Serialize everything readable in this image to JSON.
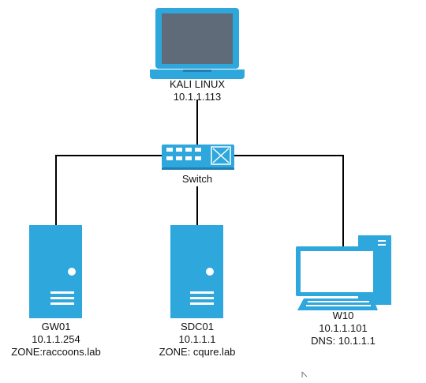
{
  "colors": {
    "device": "#2ea7dc",
    "device_dark": "#1f7fb0",
    "screen": "#5f6b78",
    "line": "#000000",
    "background": "#ffffff"
  },
  "nodes": {
    "kali": {
      "name": "KALI LINUX",
      "ip": "10.1.1.113",
      "icon": "laptop-icon"
    },
    "switch": {
      "name": "Switch",
      "icon": "switch-icon"
    },
    "gw01": {
      "name": "GW01",
      "ip": "10.1.1.254",
      "extra": "ZONE:raccoons.lab",
      "icon": "server-icon"
    },
    "sdc01": {
      "name": "SDC01",
      "ip": "10.1.1.1",
      "extra": "ZONE: cqure.lab",
      "icon": "server-icon"
    },
    "w10": {
      "name": "W10",
      "ip": "10.1.1.101",
      "extra": "DNS: 10.1.1.1",
      "icon": "workstation-icon"
    }
  },
  "links": [
    {
      "from": "kali",
      "to": "switch"
    },
    {
      "from": "switch",
      "to": "gw01"
    },
    {
      "from": "switch",
      "to": "sdc01"
    },
    {
      "from": "switch",
      "to": "w10"
    }
  ]
}
